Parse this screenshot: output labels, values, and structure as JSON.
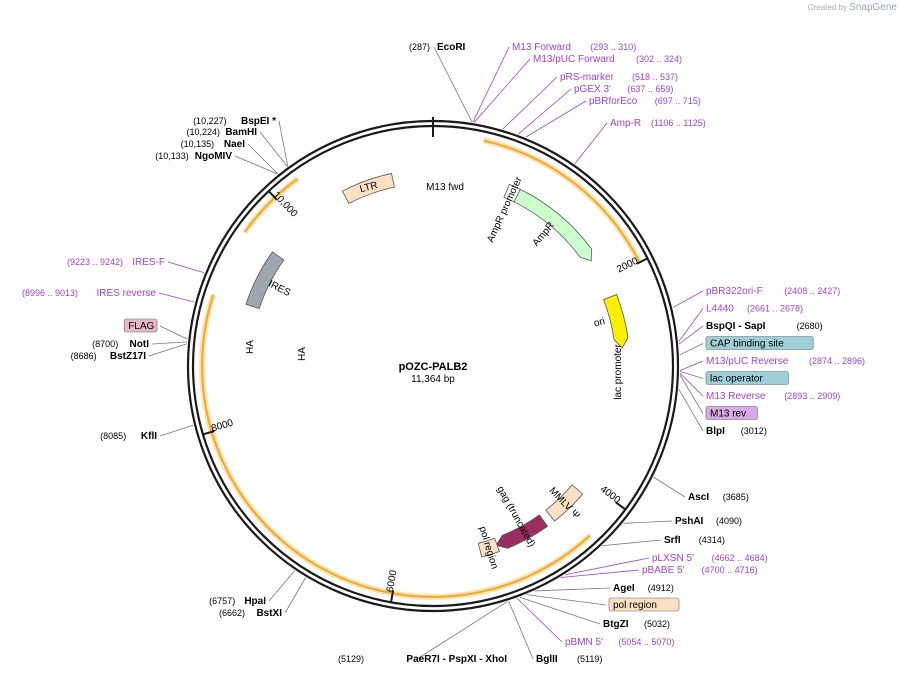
{
  "credit": {
    "prefix": "Created by",
    "brand": "SnapGene"
  },
  "plasmid": {
    "name": "pOZC-PALB2",
    "size_label": "11,364 bp",
    "length": 11364
  },
  "colors": {
    "primer": "#a53fd0",
    "backbone": "#1a1a1a",
    "orf": "#f0a830"
  },
  "ticks": [
    {
      "pos": 2000,
      "label": "2000"
    },
    {
      "pos": 4000,
      "label": "4000"
    },
    {
      "pos": 6000,
      "label": "6000"
    },
    {
      "pos": 8000,
      "label": "8000"
    },
    {
      "pos": 10000,
      "label": "10,000"
    }
  ],
  "features": [
    {
      "name": "LTR",
      "label": "LTR",
      "start": 10500,
      "end": 10980,
      "type": "box",
      "fill": "#fbe0c4"
    },
    {
      "name": "AmpR promoter",
      "label": "AmpR promoter",
      "start": 720,
      "end": 830,
      "type": "arrow",
      "fill": "#ffffff"
    },
    {
      "name": "AmpR",
      "label": "AmpR",
      "start": 830,
      "end": 1690,
      "type": "arrow",
      "fill": "#ccffcc"
    },
    {
      "name": "ori",
      "label": "ori",
      "start": 2170,
      "end": 2580,
      "type": "arrow",
      "fill": "#ffee00"
    },
    {
      "name": "MMLV psi",
      "label": "MMLV Ψ",
      "start": 4120,
      "end": 4480,
      "type": "box",
      "fill": "#fbe0c4"
    },
    {
      "name": "gag (truncated)",
      "label": "gag (truncated)",
      "start": 4560,
      "end": 4980,
      "type": "arrow",
      "fill": "#9b2e5f"
    },
    {
      "name": "pol region",
      "label": "pol region",
      "start": 5060,
      "end": 5230,
      "type": "box",
      "fill": "#fbe0c4"
    },
    {
      "name": "IRES",
      "label": "IRES",
      "start": 9100,
      "end": 9640,
      "type": "box",
      "fill": "#9ea7b0"
    }
  ],
  "inner_labels": [
    {
      "text": "M13 fwd"
    },
    {
      "text": "lac promoter"
    },
    {
      "text": "HA"
    },
    {
      "text": "HA"
    }
  ],
  "right_labels": [
    {
      "pos": 287,
      "text": "EcoRI",
      "coord": "(287)",
      "kind": "site"
    },
    {
      "pos": 293,
      "text": "M13 Forward",
      "coord": "(293 .. 310)",
      "kind": "primer"
    },
    {
      "pos": 302,
      "text": "M13/pUC Forward",
      "coord": "(302 .. 324)",
      "kind": "primer"
    },
    {
      "pos": 518,
      "text": "pRS-marker",
      "coord": "(518 .. 537)",
      "kind": "primer"
    },
    {
      "pos": 637,
      "text": "pGEX 3'",
      "coord": "(637 .. 659)",
      "kind": "primer"
    },
    {
      "pos": 697,
      "text": "pBRforEco",
      "coord": "(697 .. 715)",
      "kind": "primer"
    },
    {
      "pos": 1106,
      "text": "Amp-R",
      "coord": "(1106 .. 1125)",
      "kind": "primer"
    },
    {
      "pos": 2408,
      "text": "pBR322ori-F",
      "coord": "(2408 .. 2427)",
      "kind": "primer"
    },
    {
      "pos": 2661,
      "text": "L4440",
      "coord": "(2661 .. 2678)",
      "kind": "primer"
    },
    {
      "pos": 2680,
      "text": "BspQI  - SapI",
      "coord": "(2680)",
      "kind": "site"
    },
    {
      "pos": 2760,
      "text": "CAP binding site",
      "coord": "",
      "kind": "tag-blue"
    },
    {
      "pos": 2874,
      "text": "M13/pUC Reverse",
      "coord": "(2874 .. 2896)",
      "kind": "primer"
    },
    {
      "pos": 2880,
      "text": "lac operator",
      "coord": "",
      "kind": "tag-blue"
    },
    {
      "pos": 2893,
      "text": "M13 Reverse",
      "coord": "(2893 .. 2909)",
      "kind": "primer"
    },
    {
      "pos": 2905,
      "text": "M13 rev",
      "coord": "",
      "kind": "tag-purple"
    },
    {
      "pos": 3012,
      "text": "BlpI",
      "coord": "(3012)",
      "kind": "site"
    },
    {
      "pos": 3685,
      "text": "AscI",
      "coord": "(3685)",
      "kind": "site"
    },
    {
      "pos": 4090,
      "text": "PshAI",
      "coord": "(4090)",
      "kind": "site"
    },
    {
      "pos": 4314,
      "text": "SrfI",
      "coord": "(4314)",
      "kind": "site"
    },
    {
      "pos": 4662,
      "text": "pLXSN 5'",
      "coord": "(4662 .. 4684)",
      "kind": "primer"
    },
    {
      "pos": 4700,
      "text": "pBABE 5'",
      "coord": "(4700 .. 4716)",
      "kind": "primer"
    },
    {
      "pos": 4912,
      "text": "AgeI",
      "coord": "(4912)",
      "kind": "site"
    },
    {
      "pos": 4980,
      "text": "pol region",
      "coord": "",
      "kind": "tag-peach"
    },
    {
      "pos": 5032,
      "text": "BtgZI",
      "coord": "(5032)",
      "kind": "site"
    },
    {
      "pos": 5054,
      "text": "pBMN 5'",
      "coord": "(5054 .. 5070)",
      "kind": "primer"
    },
    {
      "pos": 5119,
      "text": "BglII",
      "coord": "(5119)",
      "kind": "site"
    }
  ],
  "bottom_labels": [
    {
      "pos": 5129,
      "text": "PaeR7I  - PspXI  - XhoI",
      "coord": "(5129)",
      "kind": "site"
    }
  ],
  "left_labels": [
    {
      "pos": 6662,
      "text": "BstXI",
      "coord": "(6662)",
      "kind": "site"
    },
    {
      "pos": 6757,
      "text": "HpaI",
      "coord": "(6757)",
      "kind": "site"
    },
    {
      "pos": 8085,
      "text": "KflI",
      "coord": "(8085)",
      "kind": "site"
    },
    {
      "pos": 8686,
      "text": "BstZ17I",
      "coord": "(8686)",
      "kind": "site"
    },
    {
      "pos": 8700,
      "text": "NotI",
      "coord": "(8700)",
      "kind": "site"
    },
    {
      "pos": 8720,
      "text": "FLAG",
      "coord": "",
      "kind": "tag-pink"
    },
    {
      "pos": 8996,
      "text": "IRES reverse",
      "coord": "(8996 .. 9013)",
      "kind": "primer"
    },
    {
      "pos": 9223,
      "text": "IRES-F",
      "coord": "(9223 .. 9242)",
      "kind": "primer"
    },
    {
      "pos": 10133,
      "text": "NgoMIV",
      "coord": "(10,133)",
      "kind": "site"
    },
    {
      "pos": 10135,
      "text": "NaeI",
      "coord": "(10,135)",
      "kind": "site"
    },
    {
      "pos": 10224,
      "text": "BamHI",
      "coord": "(10,224)",
      "kind": "site"
    },
    {
      "pos": 10227,
      "text": "BspEI *",
      "coord": "(10,227)",
      "kind": "site"
    }
  ]
}
